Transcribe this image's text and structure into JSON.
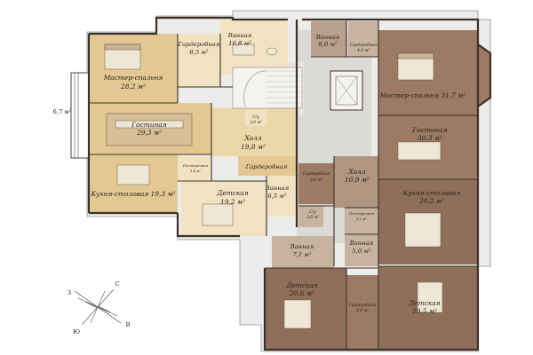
{
  "rooms": {
    "left_master": {
      "name": "Мастер-спальня",
      "area": "28,2 м²"
    },
    "left_wardrobe": {
      "name": "Гардеробная",
      "area": "8,5 м²"
    },
    "left_bath": {
      "name": "Ванная",
      "area": "10,8 м²"
    },
    "left_living": {
      "name": "Гостиная",
      "area": "29,3 м²"
    },
    "left_kitchen": {
      "name": "Кухня-столовая 19,3 м²"
    },
    "left_hall": {
      "name": "Холл",
      "area": "19,8 м²"
    },
    "left_wc": {
      "name": "С/у",
      "area": "3,6 м²"
    },
    "left_wardrobe2": {
      "name": "Гардеробная"
    },
    "left_pantry": {
      "name": "Постирочная",
      "area": "3,4 м²"
    },
    "left_kids": {
      "name": "Детская",
      "area": "19,2 м²"
    },
    "left_bath2": {
      "name": "Ванная",
      "area": "6,5 м²"
    },
    "balcony": {
      "area": "6,7 м²"
    },
    "right_bath_top": {
      "name": "Ванная",
      "area": "8,0 м²"
    },
    "right_wardrobe_top": {
      "name": "Гардеробная",
      "area": "4,0 м²"
    },
    "right_master": {
      "name": "Мастер-спальня 31,7 м²"
    },
    "right_living": {
      "name": "Гостиная",
      "area": "30,3 м²"
    },
    "right_wardrobe": {
      "name": "Гардеробная",
      "area": "8,6 м²"
    },
    "right_hall": {
      "name": "Холл",
      "area": "10,9 м²"
    },
    "right_kitchen": {
      "name": "Кухня-столовая",
      "area": "20,2 м²"
    },
    "right_wc": {
      "name": "С/у",
      "area": "3,6 м²"
    },
    "right_pantry": {
      "name": "Постирочная",
      "area": "3,2 м²"
    },
    "right_bath_mid": {
      "name": "Ванная",
      "area": "5,0 м²"
    },
    "right_bath_low": {
      "name": "Ванная",
      "area": "7,1 м²"
    },
    "right_kids_left": {
      "name": "Детская",
      "area": "20,6 м²"
    },
    "right_wardrobe_low": {
      "name": "Гардеробная",
      "area": "4,0 м²"
    },
    "right_kids_right": {
      "name": "Детская",
      "area": "29,5 м²"
    }
  },
  "compass": {
    "n": "С",
    "s": "Ю",
    "e": "В",
    "w": "З"
  },
  "colors": {
    "left_flat": "#e4c894",
    "left_flat_light": "#f1e2c2",
    "right_flat": "#9c7a64",
    "right_flat_dark": "#8a6a55",
    "common": "#dcdad6",
    "wall": "#3b3128"
  }
}
